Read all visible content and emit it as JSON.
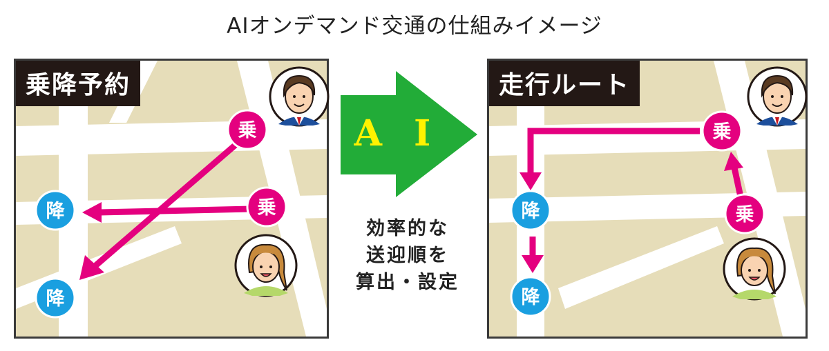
{
  "title": "AIオンデマンド交通の仕組みイメージ",
  "left_panel": {
    "label": "乗降予約",
    "pickup": "乗",
    "dropoff": "降"
  },
  "right_panel": {
    "label": "走行ルート",
    "pickup": "乗",
    "dropoff": "降"
  },
  "center": {
    "arrow_text": "A I",
    "description": [
      "効率的な",
      "送迎順を",
      "算出・設定"
    ]
  },
  "colors": {
    "pickup": "#e4007f",
    "dropoff": "#1a9fe0",
    "arrow": "#22ac38",
    "map_bg": "#e6ddb9"
  }
}
